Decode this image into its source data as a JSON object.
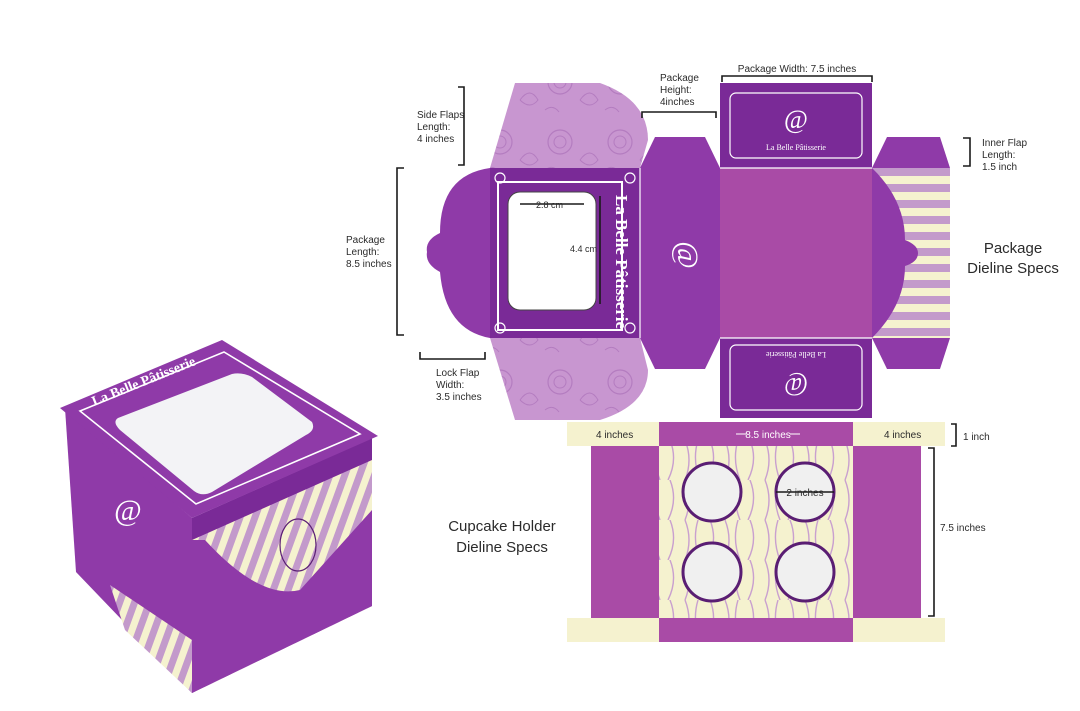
{
  "brand": "La Belle Pâtisserie",
  "colors": {
    "purple_dark": "#7a2a97",
    "purple_mid": "#8f3aa8",
    "magenta": "#a94ba6",
    "lilac": "#c896d0",
    "lilac_light": "#d9b4dc",
    "cream": "#f5f2cf",
    "stripe": "#c39acb"
  },
  "package": {
    "title_line1": "Package",
    "title_line2": "Dieline Specs",
    "width_label": "Package Width: 7.5 inches",
    "height_label": [
      "Package",
      "Height:",
      "4inches"
    ],
    "side_flaps_label": [
      "Side Flaps",
      "Length:",
      "4 inches"
    ],
    "length_label": [
      "Package",
      "Length:",
      "8.5 inches"
    ],
    "lock_flap_label": [
      "Lock Flap",
      "Width:",
      "3.5 inches"
    ],
    "inner_flap_label": [
      "Inner Flap",
      "Length:",
      "1.5 inch"
    ],
    "window_width": "2.8 cm",
    "window_height": "4.4 cm"
  },
  "cupcake": {
    "title_line1": "Cupcake Holder",
    "title_line2": "Dieline Specs",
    "left_flap": "4 inches",
    "center_width": "8.5 inches",
    "right_flap": "4 inches",
    "flap_height": "1 inch",
    "height": "7.5 inches",
    "hole": "2 inches"
  }
}
